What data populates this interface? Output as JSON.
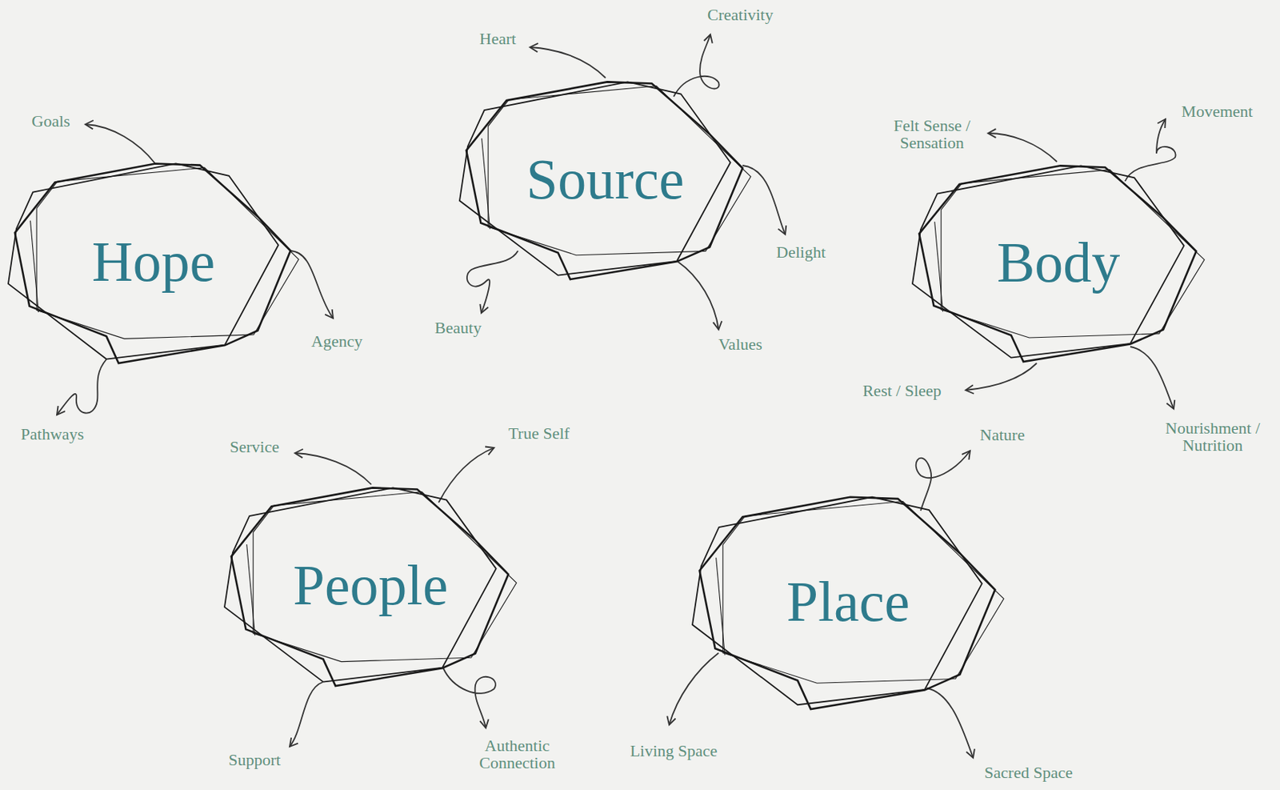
{
  "diagram": {
    "nodes": [
      {
        "text": [
          "Hope"
        ]
      },
      {
        "text": [
          "Source"
        ]
      },
      {
        "text": [
          "Body"
        ]
      },
      {
        "text": [
          "People"
        ]
      },
      {
        "text": [
          "Place"
        ]
      }
    ],
    "labels": [
      "Goals",
      "Agency",
      "Pathways",
      "Heart",
      "Creativity",
      "Delight",
      "Beauty",
      "Values",
      "Felt Sense / Sensation",
      "Movement",
      "Rest / Sleep",
      "Nourishment / Nutrition",
      "Service",
      "True Self",
      "Support",
      "Authentic Connection",
      "Nature",
      "Living Space",
      "Sacred Space"
    ]
  }
}
